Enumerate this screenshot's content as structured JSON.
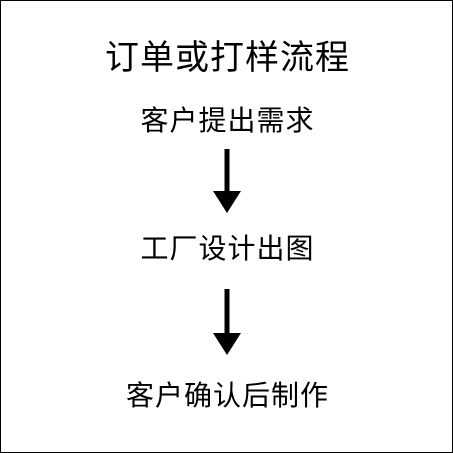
{
  "flowchart": {
    "title": "订单或打样流程",
    "steps": [
      {
        "label": "客户提出需求"
      },
      {
        "label": "工厂设计出图"
      },
      {
        "label": "客户确认后制作"
      }
    ]
  },
  "colors": {
    "text": "#000000",
    "arrow": "#000000",
    "background": "#ffffff",
    "border": "#000000"
  },
  "icons": {
    "connector": "arrow-down-icon"
  }
}
